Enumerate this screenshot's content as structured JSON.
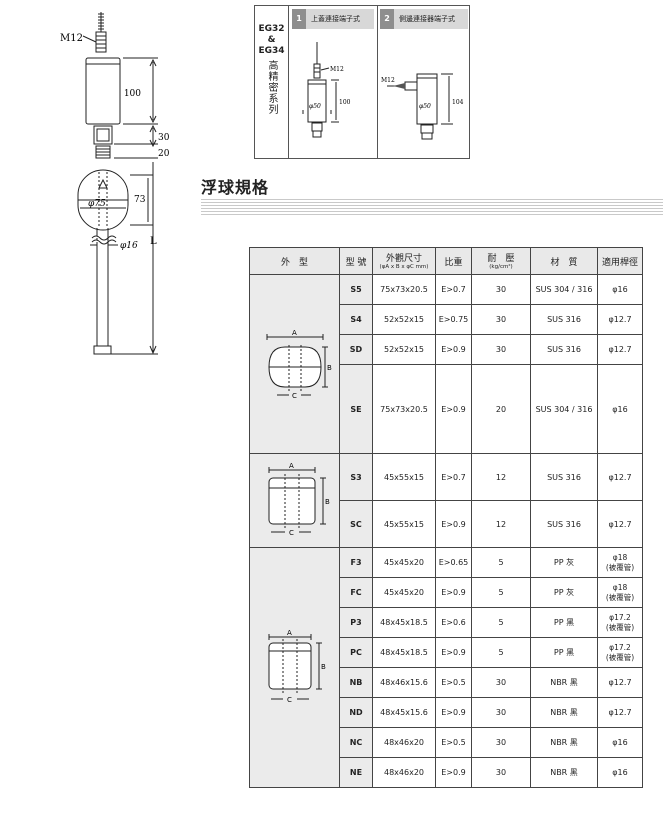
{
  "drawing": {
    "thread_label": "M12",
    "dim_body": "100",
    "dim_30": "30",
    "dim_20": "20",
    "dim_float": "73",
    "dim_float_dia": "φ75",
    "dim_length": "L",
    "dim_rod_dia": "φ16"
  },
  "series": {
    "name_1": "EG32",
    "amp": "&",
    "name_2": "EG34",
    "vertical": "高精密系列",
    "variants": [
      {
        "num": "1",
        "label": "上蓋連接端子式",
        "thread": "M12",
        "dia": "φ50",
        "height": "100"
      },
      {
        "num": "2",
        "label": "側邊連接器端子式",
        "thread": "M12",
        "dia": "φ50",
        "height": "104"
      }
    ]
  },
  "section_title": "浮球規格",
  "table": {
    "headers": {
      "shape": "外　型",
      "model": "型 號",
      "dims": "外觀尺寸",
      "dims_sub": "(φA x B x φC mm)",
      "sg": "比重",
      "pressure": "耐　壓",
      "pressure_sub": "(kg/cm²)",
      "material": "材　質",
      "rod": "適用桿徑"
    },
    "shape_labels": {
      "a": "A",
      "b": "B",
      "c": "C"
    },
    "rows": [
      {
        "model": "S5",
        "dims": "75x73x20.5",
        "sg": "E>0.7",
        "pressure": "30",
        "material": "SUS 304 / 316",
        "rod": "φ16"
      },
      {
        "model": "S4",
        "dims": "52x52x15",
        "sg": "E>0.75",
        "pressure": "30",
        "material": "SUS 316",
        "rod": "φ12.7"
      },
      {
        "model": "SD",
        "dims": "52x52x15",
        "sg": "E>0.9",
        "pressure": "30",
        "material": "SUS 316",
        "rod": "φ12.7"
      },
      {
        "model": "SE",
        "dims": "75x73x20.5",
        "sg": "E>0.9",
        "pressure": "20",
        "material": "SUS 304 / 316",
        "rod": "φ16"
      },
      {
        "model": "S3",
        "dims": "45x55x15",
        "sg": "E>0.7",
        "pressure": "12",
        "material": "SUS 316",
        "rod": "φ12.7"
      },
      {
        "model": "SC",
        "dims": "45x55x15",
        "sg": "E>0.9",
        "pressure": "12",
        "material": "SUS 316",
        "rod": "φ12.7"
      },
      {
        "model": "F3",
        "dims": "45x45x20",
        "sg": "E>0.65",
        "pressure": "5",
        "material": "PP 灰",
        "rod": "φ18",
        "rod_note": "(被覆管)"
      },
      {
        "model": "FC",
        "dims": "45x45x20",
        "sg": "E>0.9",
        "pressure": "5",
        "material": "PP 灰",
        "rod": "φ18",
        "rod_note": "(被覆管)"
      },
      {
        "model": "P3",
        "dims": "48x45x18.5",
        "sg": "E>0.6",
        "pressure": "5",
        "material": "PP 黑",
        "rod": "φ17.2",
        "rod_note": "(被覆管)"
      },
      {
        "model": "PC",
        "dims": "48x45x18.5",
        "sg": "E>0.9",
        "pressure": "5",
        "material": "PP 黑",
        "rod": "φ17.2",
        "rod_note": "(被覆管)"
      },
      {
        "model": "NB",
        "dims": "48x46x15.6",
        "sg": "E>0.5",
        "pressure": "30",
        "material": "NBR 黑",
        "rod": "φ12.7"
      },
      {
        "model": "ND",
        "dims": "48x45x15.6",
        "sg": "E>0.9",
        "pressure": "30",
        "material": "NBR 黑",
        "rod": "φ12.7"
      },
      {
        "model": "NC",
        "dims": "48x46x20",
        "sg": "E>0.5",
        "pressure": "30",
        "material": "NBR 黑",
        "rod": "φ16"
      },
      {
        "model": "NE",
        "dims": "48x46x20",
        "sg": "E>0.9",
        "pressure": "30",
        "material": "NBR 黑",
        "rod": "φ16"
      }
    ]
  }
}
